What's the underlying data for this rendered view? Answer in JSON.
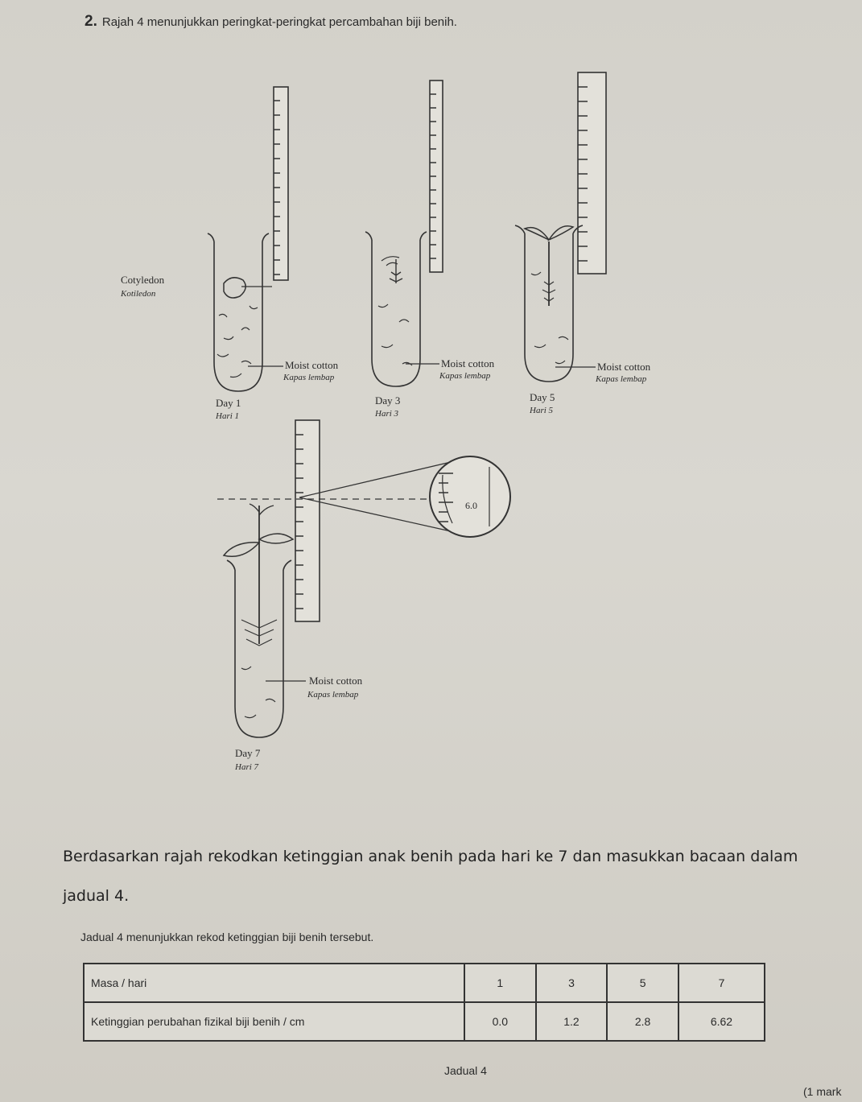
{
  "question": {
    "number": "2.",
    "text": "Rajah 4 menunjukkan peringkat-peringkat percambahan biji benih."
  },
  "figure": {
    "labels": {
      "cotyledon_en": "Cotyledon",
      "cotyledon_ms": "Kotiledon",
      "moist_cotton_en": "Moist cotton",
      "moist_cotton_ms": "Kapas lembap"
    },
    "stages": [
      {
        "en": "Day 1",
        "ms": "Hari 1"
      },
      {
        "en": "Day 3",
        "ms": "Hari 3"
      },
      {
        "en": "Day 5",
        "ms": "Hari 5"
      },
      {
        "en": "Day 7",
        "ms": "Hari 7"
      }
    ],
    "magnified_reading": "6.0"
  },
  "instruction": "Berdasarkan rajah rekodkan ketinggian anak benih pada hari ke 7 dan masukkan bacaan dalam jadual 4.",
  "table_caption": "Jadual 4 menunjukkan rekod ketinggian biji benih tersebut.",
  "table": {
    "row_headers": [
      "Masa / hari",
      "Ketinggian perubahan fizikal biji benih / cm"
    ],
    "days": [
      "1",
      "3",
      "5",
      "7"
    ],
    "heights": [
      "0.0",
      "1.2",
      "2.8",
      "6.62"
    ]
  },
  "table_label": "Jadual 4",
  "mark": "(1 mark"
}
